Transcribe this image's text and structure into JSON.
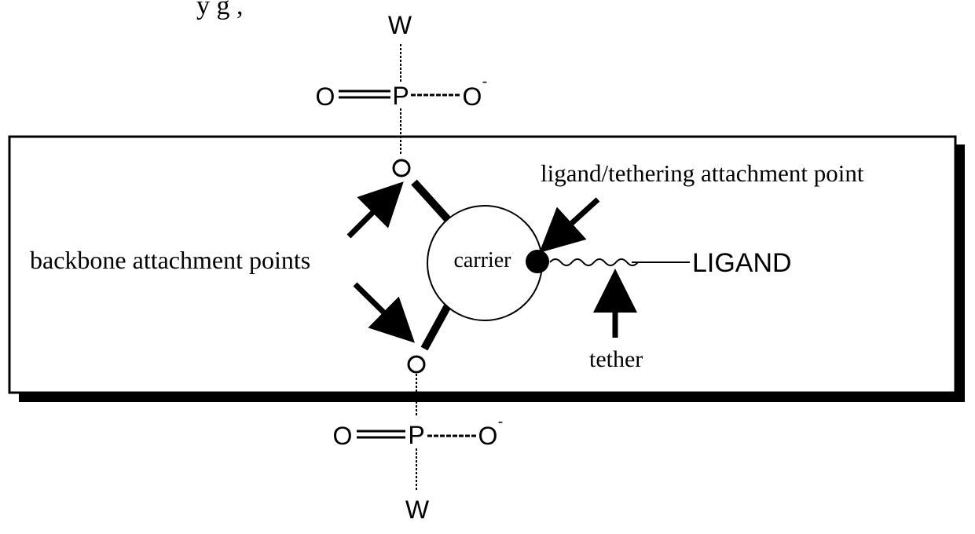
{
  "header_fragment": "y    g    ,",
  "labels": {
    "ligand_attachment": "ligand/tethering attachment point",
    "backbone_points": "backbone attachment points",
    "carrier": "carrier",
    "ligand": "LIGAND",
    "tether": "tether"
  },
  "phosphate_top": {
    "w": "W",
    "p": "P",
    "o_double": "O",
    "o_minus": "O",
    "charge": "-"
  },
  "phosphate_bottom": {
    "w": "W",
    "p": "P",
    "o_double": "O",
    "o_minus": "O",
    "charge": "-"
  },
  "colors": {
    "ink": "#000000",
    "box_shadow": "#000000",
    "paper": "#ffffff"
  }
}
